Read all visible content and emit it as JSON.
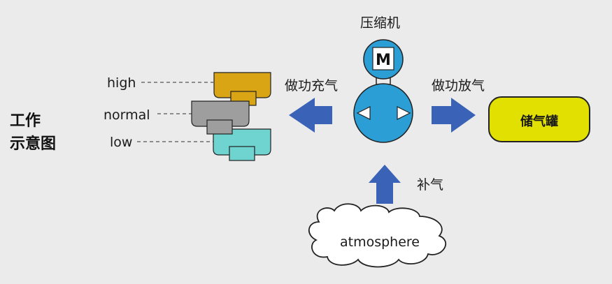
{
  "title": {
    "line1": "工作",
    "line2": "示意图"
  },
  "levels": {
    "high": "high",
    "normal": "normal",
    "low": "low"
  },
  "compressor": {
    "label": "压缩机",
    "motor_letter": "M"
  },
  "actions": {
    "charge": "做功充气",
    "discharge": "做功放气",
    "replenish": "补气"
  },
  "tank": {
    "label": "储气罐"
  },
  "source": {
    "label": "atmosphere"
  },
  "colors": {
    "high_block": "#d9a514",
    "normal_block": "#9e9e9e",
    "low_block": "#6fd3cf",
    "compressor": "#2b9ed6",
    "arrow": "#3a63b8",
    "tank": "#e1e000"
  }
}
